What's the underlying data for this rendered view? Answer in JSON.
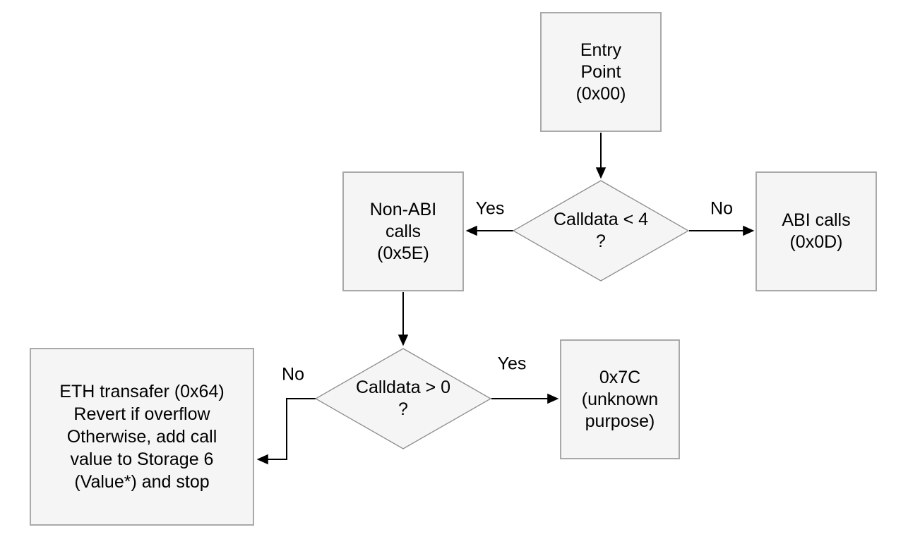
{
  "diagram": {
    "type": "flowchart",
    "colors": {
      "background": "#ffffff",
      "node_fill": "#f5f5f5",
      "node_border": "#a9a9a9",
      "diamond_border": "#8c8c8c",
      "arrow": "#000000",
      "text": "#000000"
    },
    "nodes": {
      "entry": {
        "label": "Entry\nPoint\n(0x00)"
      },
      "decision1": {
        "label": "Calldata < 4\n?"
      },
      "non_abi": {
        "label": "Non-ABI\ncalls\n(0x5E)"
      },
      "abi": {
        "label": "ABI calls\n(0x0D)"
      },
      "decision2": {
        "label": "Calldata > 0\n?"
      },
      "unknown": {
        "label": "0x7C\n(unknown\npurpose)"
      },
      "eth_transfer": {
        "label": "ETH transafer (0x64)\nRevert if overflow\nOtherwise, add call\nvalue to Storage 6\n(Value*) and stop"
      }
    },
    "edges": {
      "entry_to_decision1": {
        "label": ""
      },
      "decision1_yes": {
        "label": "Yes"
      },
      "decision1_no": {
        "label": "No"
      },
      "nonabi_to_decision2": {
        "label": ""
      },
      "decision2_yes": {
        "label": "Yes"
      },
      "decision2_no": {
        "label": "No"
      }
    }
  }
}
